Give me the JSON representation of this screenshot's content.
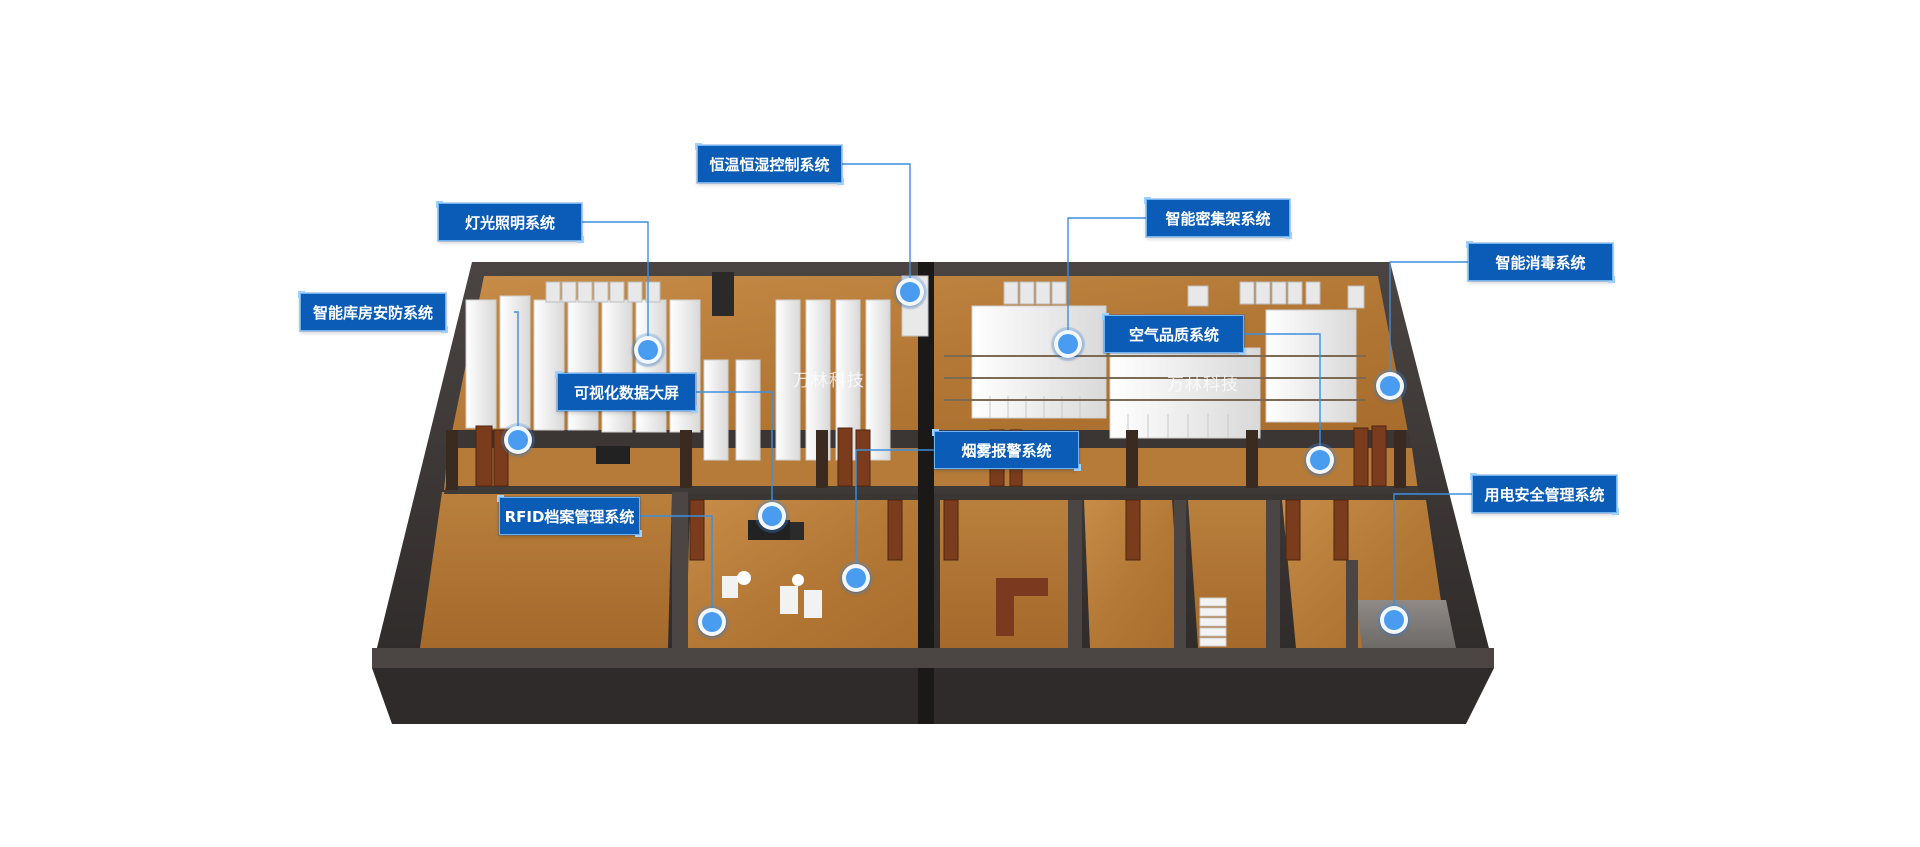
{
  "diagram": {
    "watermark_text": "万林科技",
    "systems": [
      {
        "id": "hvac",
        "label": "恒温恒湿控制系统"
      },
      {
        "id": "lighting",
        "label": "灯光照明系统"
      },
      {
        "id": "security",
        "label": "智能库房安防系统"
      },
      {
        "id": "display",
        "label": "可视化数据大屏"
      },
      {
        "id": "rfid",
        "label": "RFID档案管理系统"
      },
      {
        "id": "shelving",
        "label": "智能密集架系统"
      },
      {
        "id": "air",
        "label": "空气品质系统"
      },
      {
        "id": "disinfect",
        "label": "智能消毒系统"
      },
      {
        "id": "smoke",
        "label": "烟雾报警系统"
      },
      {
        "id": "power",
        "label": "用电安全管理系统"
      }
    ]
  },
  "colors": {
    "callout_bg": "#0b5cb7",
    "callout_border": "#6fb3f2",
    "leader_line": "#3d8fe0",
    "hotspot": "#4a9cf0",
    "wood_floor": "#b9803f",
    "wall_dark": "#3d3937",
    "shelf_white": "#f1f1f1"
  },
  "icons": {
    "hotspot": "hotspot-dot-icon"
  }
}
